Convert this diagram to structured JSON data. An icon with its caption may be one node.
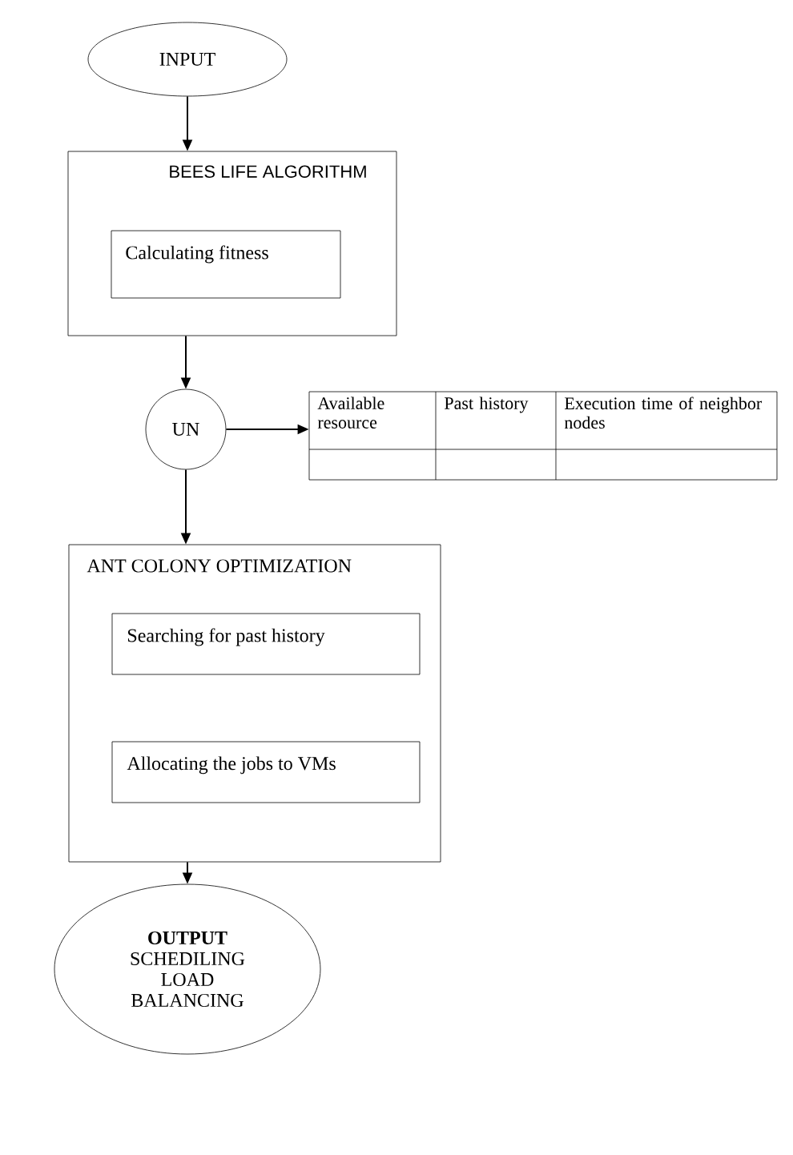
{
  "diagram": {
    "nodes": [
      {
        "text": [
          "INPUT"
        ]
      },
      {
        "text": [
          "BEES LIFE ALGORITHM"
        ]
      },
      {
        "text": [
          "Calculating fitness"
        ],
        "in": 1
      },
      {
        "text": [
          "UN"
        ]
      },
      {
        "text": [
          "Available resource",
          "Past history",
          "Execution time of neighbor nodes"
        ]
      },
      {
        "text": [
          "ANT COLONY OPTIMIZATION"
        ]
      },
      {
        "text": [
          "Searching for past history"
        ],
        "in": 5
      },
      {
        "text": [
          "Allocating the jobs to VMs"
        ],
        "in": 5
      },
      {
        "text": [
          "OUTPUT",
          "SCHEDILING LOAD BALANCING"
        ]
      }
    ],
    "edges": [
      {
        "from": 0,
        "to": 1,
        "arrow": "to"
      },
      {
        "from": 1,
        "to": 3,
        "arrow": "to"
      },
      {
        "from": 3,
        "to": 4,
        "arrow": "to"
      },
      {
        "from": 3,
        "to": 5,
        "arrow": "to"
      },
      {
        "from": 5,
        "to": 8,
        "arrow": "to"
      }
    ]
  }
}
